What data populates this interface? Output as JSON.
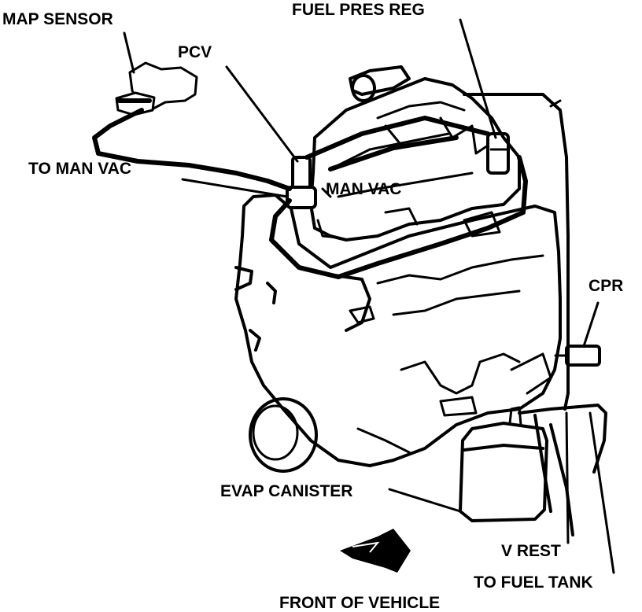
{
  "labels": {
    "map_sensor": "MAP SENSOR",
    "fuel_pres_reg": "FUEL PRES REG",
    "pcv": "PCV",
    "to_man_vac": "TO MAN VAC",
    "man_vac": "MAN VAC",
    "cpr": "CPR",
    "evap_canister": "EVAP CANISTER",
    "v_rest": "V REST",
    "to_fuel_tank": "TO FUEL TANK",
    "front_of_vehicle": "FRONT OF VEHICLE"
  },
  "colors": {
    "ink": "#000000",
    "paper": "#ffffff"
  },
  "icons": {
    "front_arrow": "arrow-icon"
  }
}
